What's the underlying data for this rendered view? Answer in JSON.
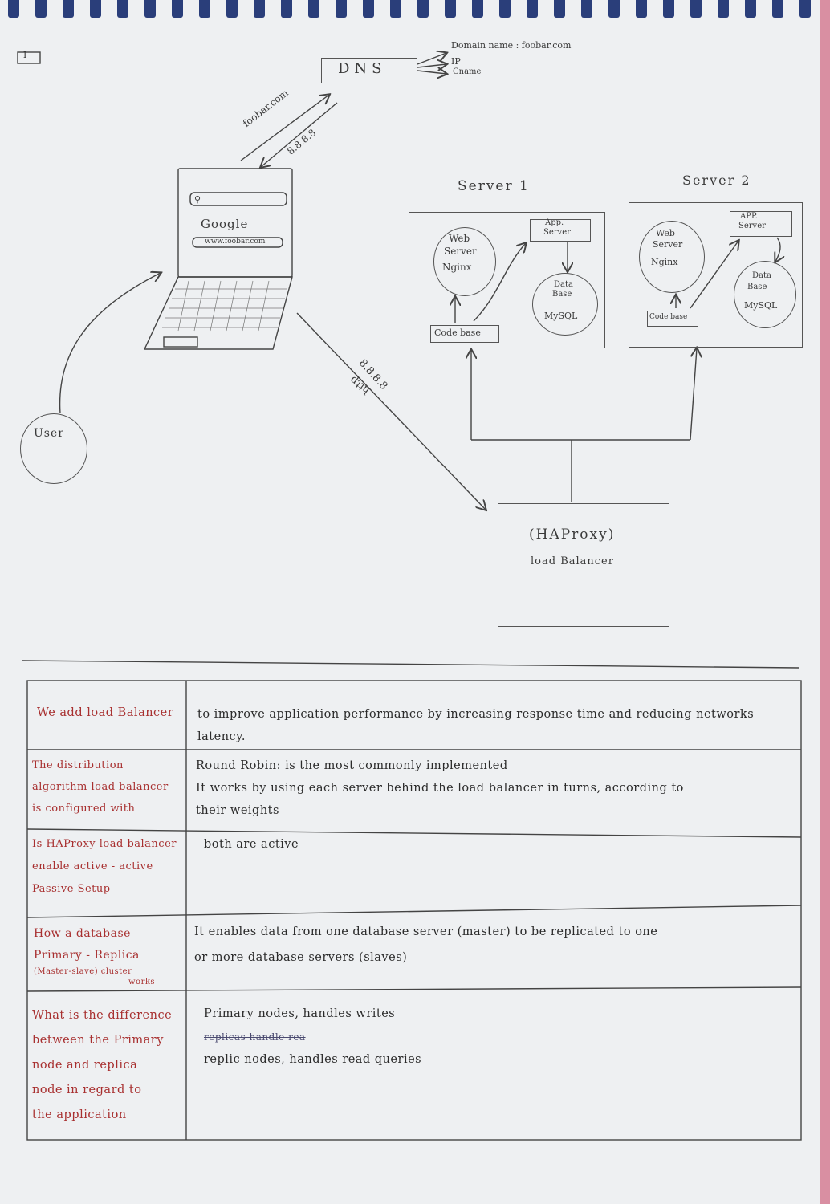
{
  "corner_mark": "I",
  "dns": {
    "label": "DNS",
    "records": [
      "Domain name : foobar.com",
      "IP",
      "Cname"
    ],
    "arrow_up_label": "foobar.com",
    "arrow_down_label": "8.8.8.8"
  },
  "laptop": {
    "search_brand": "Google",
    "url": "www.foobar.com"
  },
  "user": {
    "label": "User"
  },
  "link": {
    "ip_label": "8.8.8.8",
    "proto_label": "http"
  },
  "server1": {
    "title": "Server 1",
    "web": [
      "Web",
      "Server",
      "Nginx"
    ],
    "app": [
      "App.",
      "Server"
    ],
    "db": [
      "Data",
      "Base",
      "MySQL"
    ],
    "codebase": "Code base"
  },
  "server2": {
    "title": "Server 2",
    "web": [
      "Web",
      "Server",
      "Nginx"
    ],
    "app": [
      "APP.",
      "Server"
    ],
    "db": [
      "Data",
      "Base",
      "MySQL"
    ],
    "codebase": "Code base"
  },
  "lb": {
    "title": "(HAProxy)",
    "subtitle": "load Balancer"
  },
  "table": {
    "rows": [
      {
        "question": [
          "We add load Balancer"
        ],
        "answer": [
          "to improve application performance by increasing response time and reducing networks",
          "latency."
        ]
      },
      {
        "question": [
          "The distribution",
          "algorithm load balancer",
          "is configured with"
        ],
        "answer": [
          "Round Robin: is the most commonly implemented",
          "It works by using each server behind the load balancer in turns, according to",
          "their weights"
        ]
      },
      {
        "question": [
          "Is HAProxy load balancer",
          "enable active - active",
          "Passive Setup"
        ],
        "answer": [
          "both are active"
        ]
      },
      {
        "question": [
          "How a database",
          "Primary - Replica",
          "(Master-slave) cluster",
          "works"
        ],
        "answer": [
          "It enables data from one database server (master) to be replicated to one",
          "or more database servers (slaves)"
        ]
      },
      {
        "question": [
          "What is the difference",
          "between the Primary",
          "node and replica",
          "node in regard to",
          "the application"
        ],
        "answer": [
          "Primary nodes, handles writes",
          "replicas handle rea",
          "replic nodes, handles read queries"
        ]
      }
    ]
  }
}
